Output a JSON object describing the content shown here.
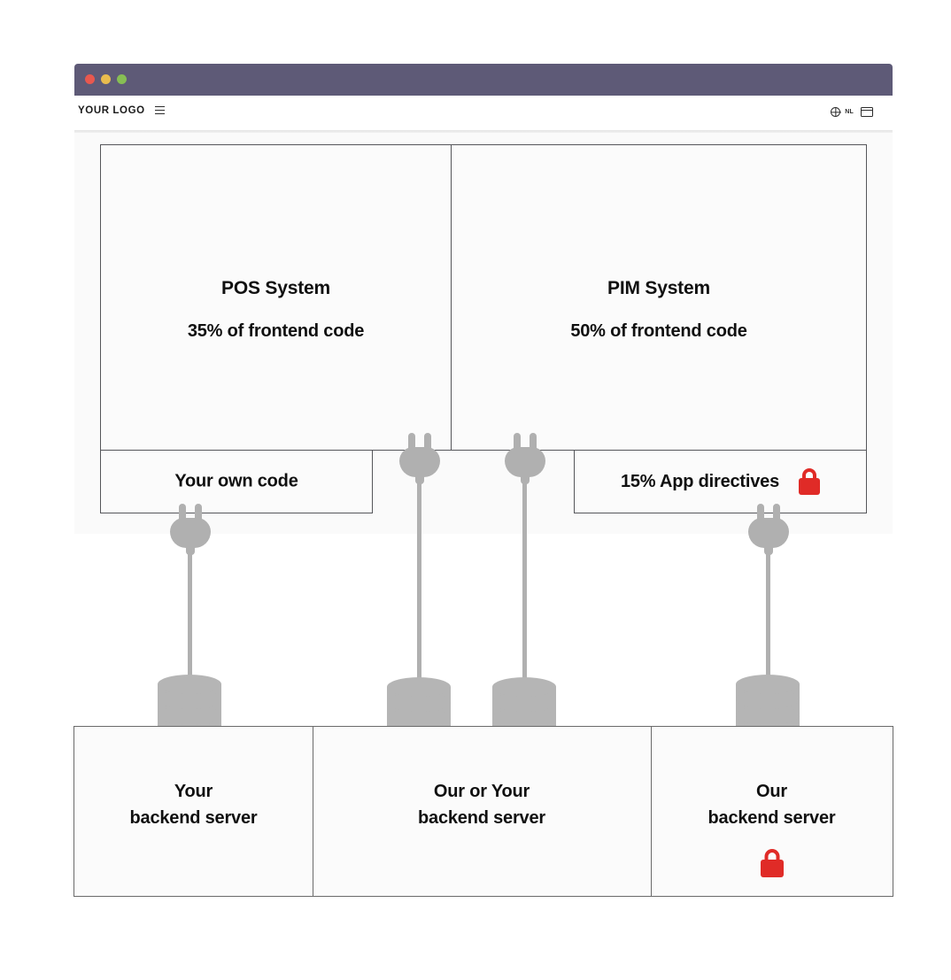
{
  "window": {
    "titlebar_color": "#5e5a77",
    "dots": [
      {
        "name": "close",
        "color": "#e8584f"
      },
      {
        "name": "minimize",
        "color": "#e9bc4e"
      },
      {
        "name": "maximize",
        "color": "#87be54"
      }
    ]
  },
  "header": {
    "logo": "YOUR LOGO",
    "menu_icon": "hamburger-icon",
    "language_icon": "globe-icon",
    "language": "NL",
    "cart_icon": "card-icon"
  },
  "diagram": {
    "systems": [
      {
        "id": "pos",
        "title": "POS System",
        "subtitle": "35% of frontend code",
        "percent": 35
      },
      {
        "id": "pim",
        "title": "PIM System",
        "subtitle": "50% of frontend code",
        "percent": 50
      }
    ],
    "bands": [
      {
        "id": "own-code",
        "label": "Your own code",
        "locked": false
      },
      {
        "id": "app-directives",
        "label": "15% App directives",
        "percent": 15,
        "locked": true,
        "lock_icon": "lock-icon"
      }
    ],
    "connectors": [
      {
        "id": "connector-1",
        "icon": "plug-icon",
        "endpoint_icon": "database-icon"
      },
      {
        "id": "connector-2",
        "icon": "plug-icon",
        "endpoint_icon": "database-icon"
      },
      {
        "id": "connector-3",
        "icon": "plug-icon",
        "endpoint_icon": "database-icon"
      },
      {
        "id": "connector-4",
        "icon": "plug-icon",
        "endpoint_icon": "database-icon"
      }
    ],
    "servers": [
      {
        "id": "your-backend",
        "line1": "Your",
        "line2": "backend server",
        "locked": false
      },
      {
        "id": "our-or-your-backend",
        "line1": "Our or Your",
        "line2": "backend server",
        "locked": false
      },
      {
        "id": "our-backend",
        "line1": "Our",
        "line2": "backend server",
        "locked": true,
        "lock_icon": "lock-icon"
      }
    ]
  },
  "colors": {
    "lock_red": "#e02b27",
    "connector_gray": "#b0b0b0",
    "frame_border": "#55565a",
    "canvas_bg": "#fafafa"
  }
}
